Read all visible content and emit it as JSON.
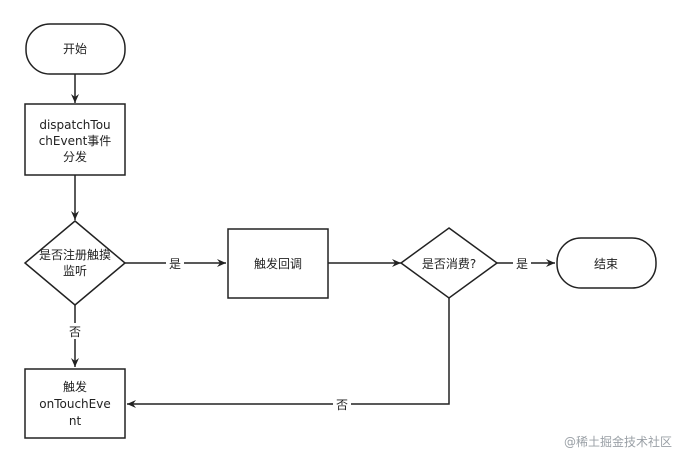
{
  "nodes": {
    "start": {
      "label": "开始"
    },
    "dispatch": {
      "lines": [
        "dispatchTou",
        "chEvent事件",
        "分发"
      ]
    },
    "registered": {
      "lines": [
        "是否注册触摸",
        "监听"
      ]
    },
    "callback": {
      "label": "触发回调"
    },
    "consumed": {
      "label": "是否消费?"
    },
    "end": {
      "label": "结束"
    },
    "ontouch": {
      "lines": [
        "触发",
        "onTouchEve",
        "nt"
      ]
    }
  },
  "edges": {
    "registered_yes": "是",
    "consumed_yes": "是",
    "registered_no": "否",
    "consumed_no": "否"
  },
  "watermark": "@稀土掘金技术社区",
  "colors": {
    "stroke": "#222222",
    "fill": "#ffffff",
    "watermark": "#9aa0a6"
  }
}
